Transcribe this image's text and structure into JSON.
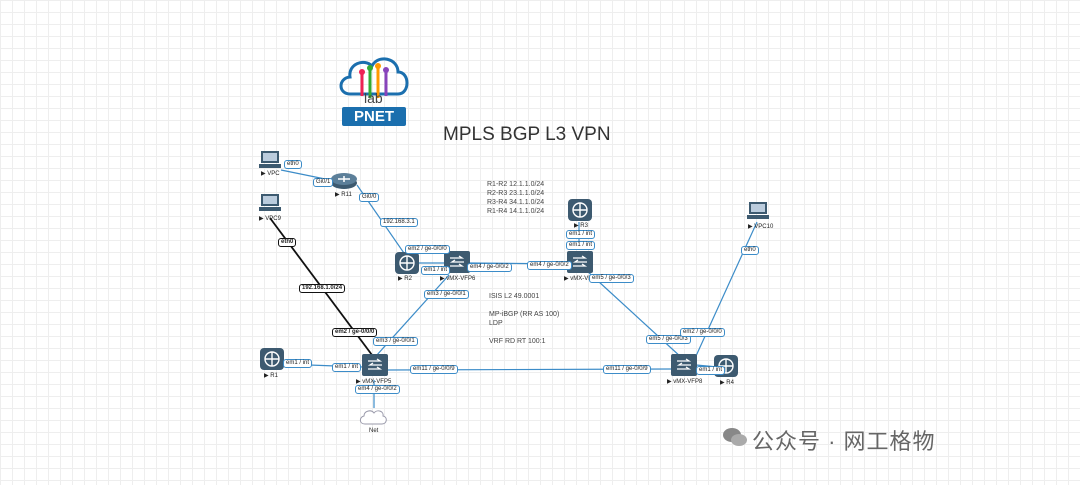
{
  "title": "MPLS BGP L3 VPN",
  "logo": {
    "text": "PNET",
    "sub": "lab",
    "color": "#1b6fae"
  },
  "subnets": [
    "R1-R2 12.1.1.0/24",
    "R2-R3 23.1.1.0/24",
    "R3-R4 34.1.1.0/24",
    "R1-R4 14.1.1.0/24"
  ],
  "protocols": [
    "ISIS L2 49.0001",
    "MP-iBGP  (RR  AS 100)",
    "LDP",
    "VRF RD RT 100:1"
  ],
  "nodes": {
    "vpc": "▶ VPC",
    "vpc9": "▶ VPC9",
    "vpc10": "▶ VPC10",
    "r11": "▶ R11",
    "r1": "▶ R1",
    "r2": "▶ R2",
    "r3": "▶ R3",
    "r4": "▶ R4",
    "vfp5": "▶ vMX-VFP5",
    "vfp6": "▶ vMX-VFP6",
    "vfp7": "▶ vMX-VF",
    "vfp8": "▶ vMX-VFP8",
    "net": "Net"
  },
  "ports": {
    "eth0_vpc": "eth0",
    "gi01": "Gi0/1",
    "gi00": "Gi0/0",
    "ip_192_3": "192.168.3.1",
    "eth0_vpc9": "eth0",
    "net_192_1": "192.168.1.0/24",
    "em2_v6": "em2 / ge-0/0/0",
    "em1_r2": "em1 / int",
    "em4_v6": "em4 / ge-0/0/2",
    "em3_v6": "em3 / ge-0/0/1",
    "em4_v7": "em4 / ge-0/0/2",
    "em1_r3": "em1 / int",
    "em1_v7": "em1 / int",
    "em5_v7": "em5 / ge-0/0/3",
    "eth0_vpc10": "eth0",
    "em2_v5": "em2 / ge-0/0/0",
    "em3_v5": "em3 / ge-0/0/1",
    "em1_r1": "em1 / int",
    "em1_v5": "em1 / int",
    "em11_v5": "em11 / ge-0/0/9",
    "em4_v5": "em4 / ge-0/0/2",
    "em11_v8": "em11 / ge-0/0/9",
    "em5_v8": "em5 / ge-0/0/3",
    "em2_v8": "em2 / ge-0/0/0",
    "em1_r4": "em1 / int"
  },
  "watermark": "公众号 · 网工格物",
  "colors": {
    "device": "#3d5a70",
    "link": "#3c8cc8",
    "dark_link": "#111111"
  }
}
